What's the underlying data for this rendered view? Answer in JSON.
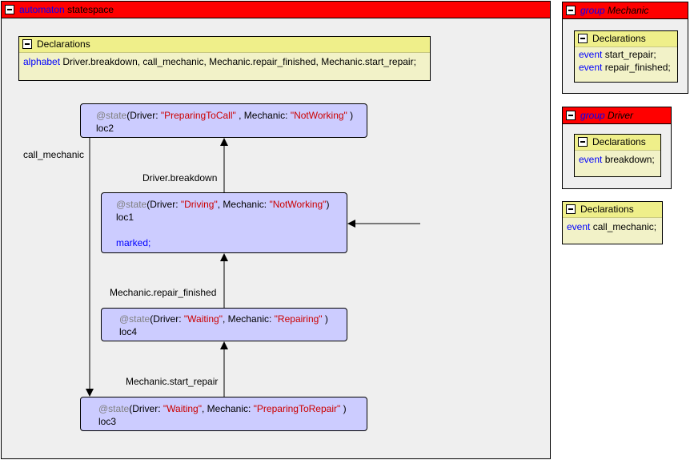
{
  "automaton": {
    "keyword": "automaton",
    "name": "statespace",
    "declarations": {
      "header": "Declarations",
      "keyword": "alphabet",
      "events": "Driver.breakdown,  call_mechanic,  Mechanic.repair_finished,  Mechanic.start_repair;"
    },
    "states": [
      {
        "id": "loc2",
        "annotation": "@state",
        "driver_key": "(Driver: ",
        "driver_val": "\"PreparingToCall\"",
        "mechanic_key": " , Mechanic: ",
        "mechanic_val": "\"NotWorking\"",
        "close": " )",
        "name": "loc2"
      },
      {
        "id": "loc1",
        "annotation": "@state",
        "driver_key": "(Driver: ",
        "driver_val": "\"Driving\"",
        "mechanic_key": ", Mechanic: ",
        "mechanic_val": "\"NotWorking\"",
        "close": ")",
        "name": "loc1",
        "marked": "marked;"
      },
      {
        "id": "loc4",
        "annotation": "@state",
        "driver_key": "(Driver: ",
        "driver_val": "\"Waiting\"",
        "mechanic_key": ", Mechanic: ",
        "mechanic_val": "\"Repairing\"",
        "close": " )",
        "name": "loc4"
      },
      {
        "id": "loc3",
        "annotation": "@state",
        "driver_key": "(Driver: ",
        "driver_val": "\"Waiting\"",
        "mechanic_key": ", Mechanic: ",
        "mechanic_val": "\"PreparingToRepair\"",
        "close": " )",
        "name": "loc3"
      }
    ],
    "edges": {
      "call_mechanic": "call_mechanic",
      "breakdown": "Driver.breakdown",
      "repair_finished": "Mechanic.repair_finished",
      "start_repair": "Mechanic.start_repair"
    }
  },
  "groups": [
    {
      "keyword": "group",
      "name": "Mechanic",
      "declarations_header": "Declarations",
      "events": [
        {
          "keyword": "event",
          "name": "start_repair;"
        },
        {
          "keyword": "event",
          "name": "repair_finished;"
        }
      ]
    },
    {
      "keyword": "group",
      "name": "Driver",
      "declarations_header": "Declarations",
      "events": [
        {
          "keyword": "event",
          "name": "breakdown;"
        }
      ]
    }
  ],
  "global_declarations": {
    "header": "Declarations",
    "events": [
      {
        "keyword": "event",
        "name": "call_mechanic;"
      }
    ]
  },
  "colors": {
    "title_bar": "#ff0000",
    "state_fill": "#ccccff",
    "declarations_fill": "#f2f2c8",
    "keyword": "#0000ff",
    "string": "#cc0000",
    "annotation": "#808080"
  }
}
